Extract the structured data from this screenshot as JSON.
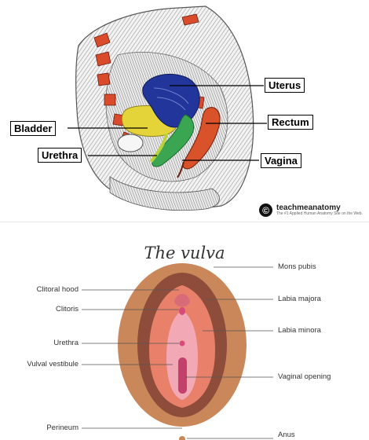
{
  "sagittal_diagram": {
    "labels": {
      "uterus": "Uterus",
      "bladder": "Bladder",
      "rectum": "Rectum",
      "urethra": "Urethra",
      "vagina": "Vagina"
    },
    "brand": {
      "logo_glyph": "©",
      "name": "teachmeanatomy",
      "tagline": "The #1 Applied Human Anatomy Site on the Web."
    },
    "colors": {
      "uterus": "#22359a",
      "bladder": "#e4d43a",
      "rectum": "#d9522a",
      "vagina": "#3aa652",
      "vertebrae": "#d94b2b"
    }
  },
  "vulva_diagram": {
    "title": "The vulva",
    "left_labels": {
      "clitoral_hood": "Clitoral hood",
      "clitoris": "Clitoris",
      "urethra": "Urethra",
      "vulval_vestibule": "Vulval vestibule",
      "perineum": "Perineum"
    },
    "right_labels": {
      "mons_pubis": "Mons pubis",
      "labia_majora": "Labia majora",
      "labia_minora": "Labia minora",
      "vaginal_opening": "Vaginal opening",
      "anus": "Anus"
    },
    "colors": {
      "mons": "#c9875a",
      "labia_majora": "#8e4d3a",
      "labia_minora": "#e8806a",
      "vestibule": "#f2a9b5",
      "clitoris": "#d84a7a",
      "vaginal_opening": "#c2406a"
    }
  }
}
